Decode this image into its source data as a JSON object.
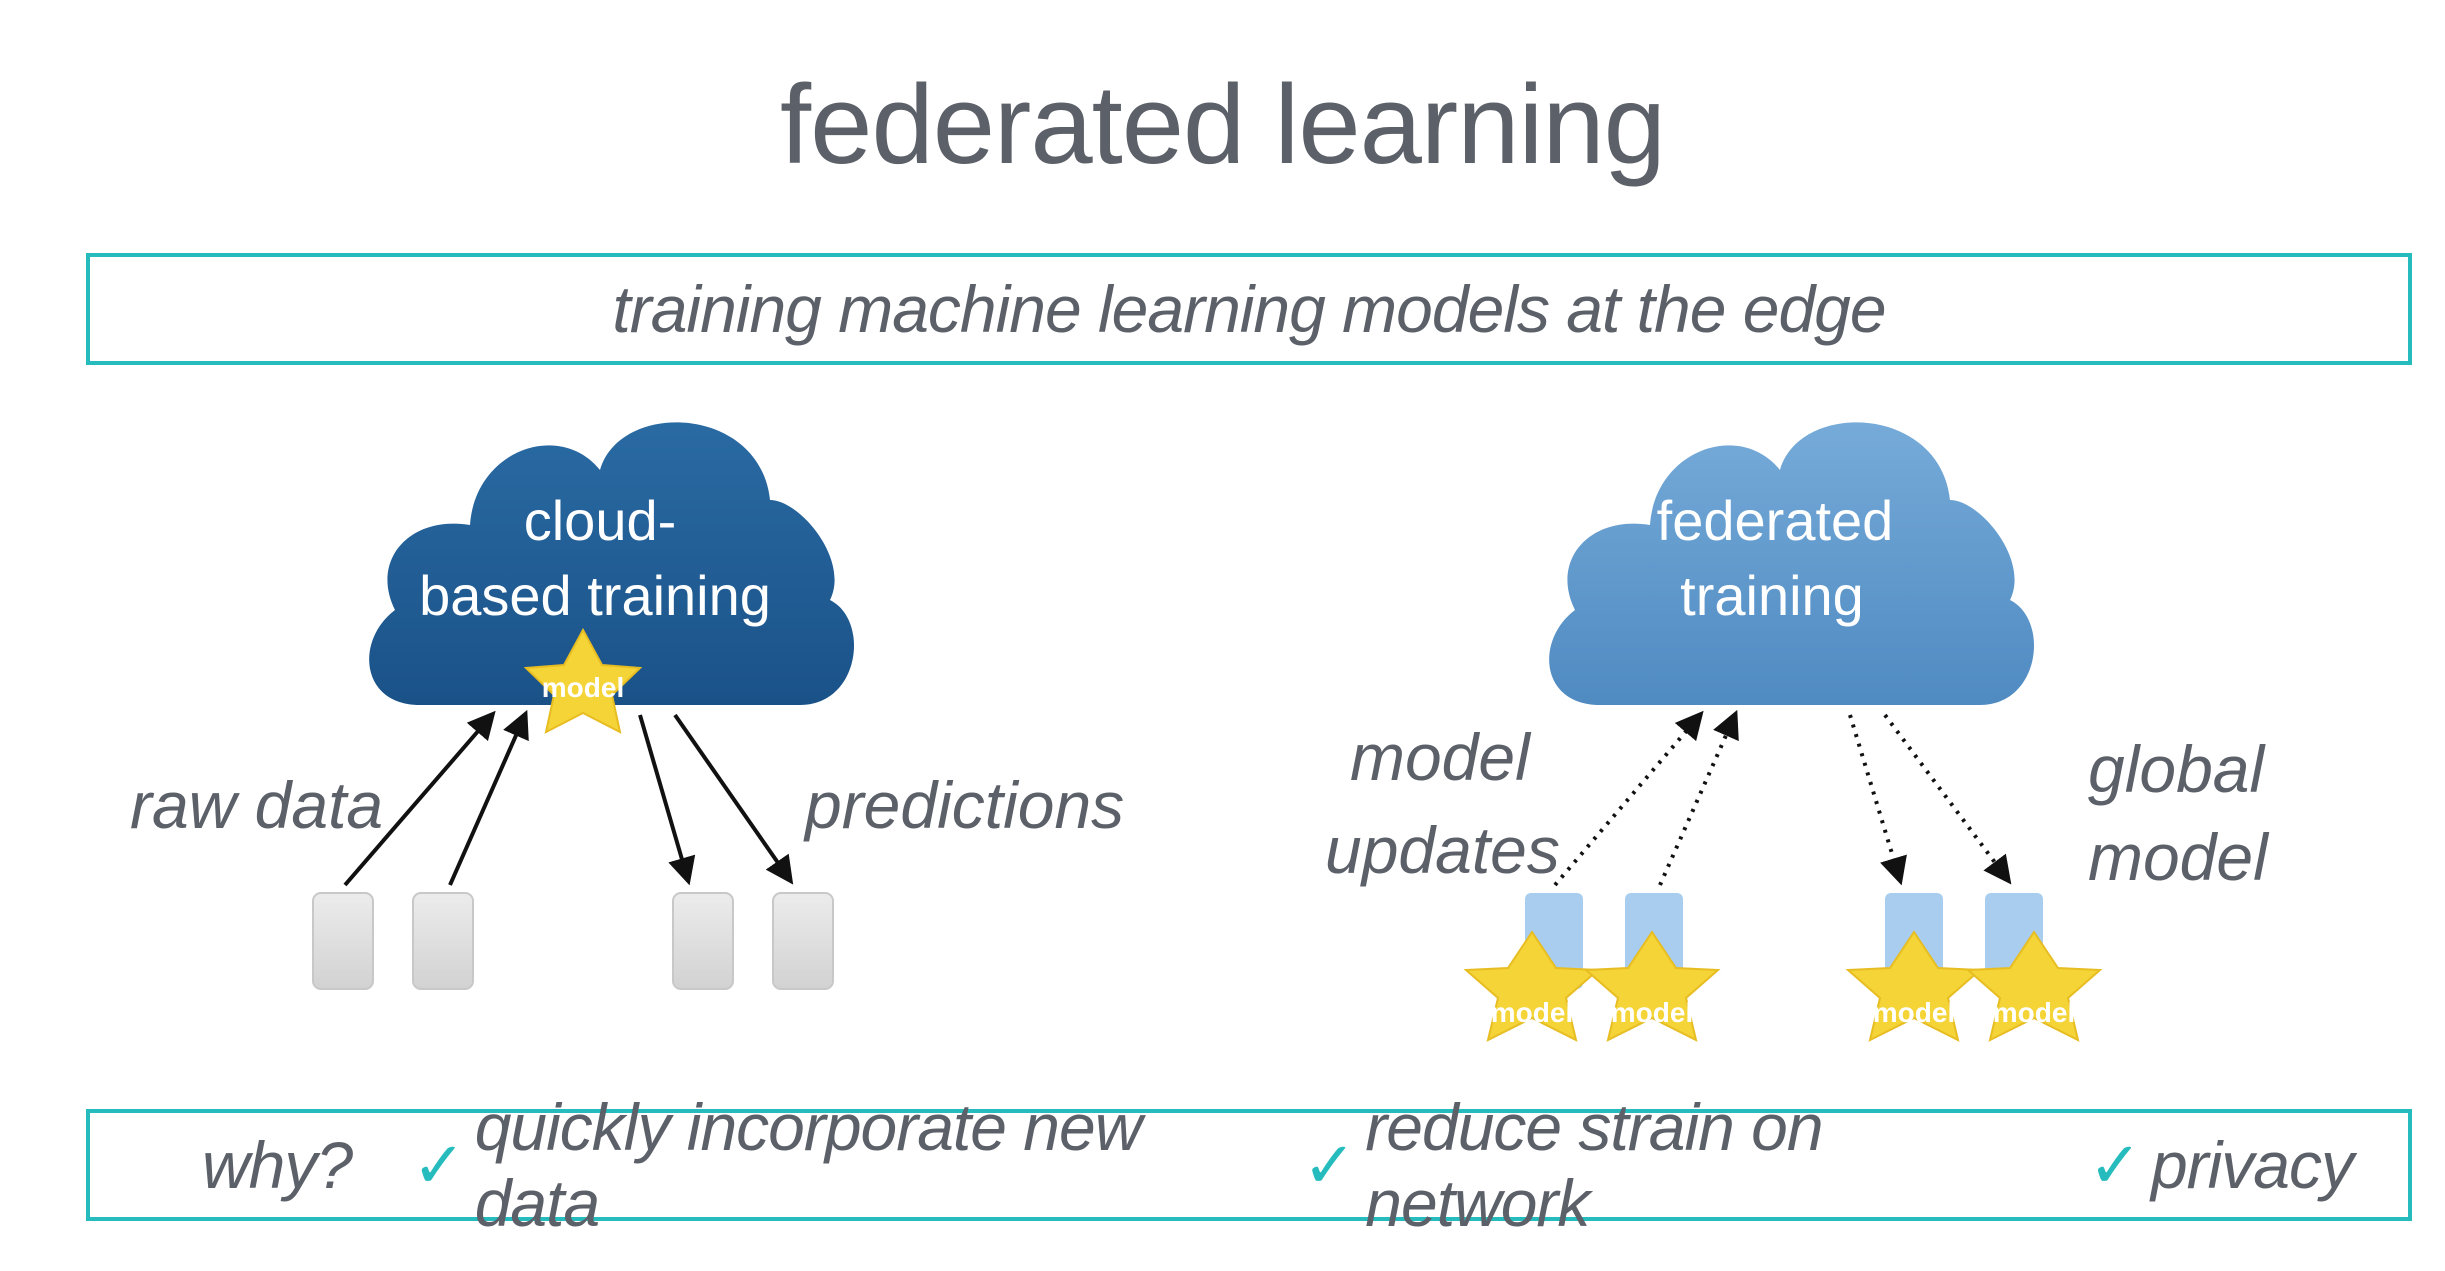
{
  "title": "federated learning",
  "subtitle": "training machine learning models at the edge",
  "left": {
    "cloud_line1": "cloud-",
    "cloud_line2": "based training",
    "star_label": "model",
    "in_label": "raw data",
    "out_label": "predictions"
  },
  "right": {
    "cloud_line1": "federated",
    "cloud_line2": "training",
    "star_label": "model",
    "in_label_line1": "model",
    "in_label_line2": "updates",
    "out_label_line1": "global",
    "out_label_line2": "model"
  },
  "why": {
    "label": "why?",
    "check": "✓",
    "reasons": [
      "quickly incorporate new data",
      "reduce strain on network",
      "privacy"
    ]
  },
  "colors": {
    "accent": "#26bcbd",
    "cloud_dark": "#1f5c92",
    "cloud_light": "#5d98cc",
    "star": "#f4d437",
    "device_gray": "#dcdcdc",
    "device_blue": "#a9cdee",
    "text": "#5c6068"
  }
}
